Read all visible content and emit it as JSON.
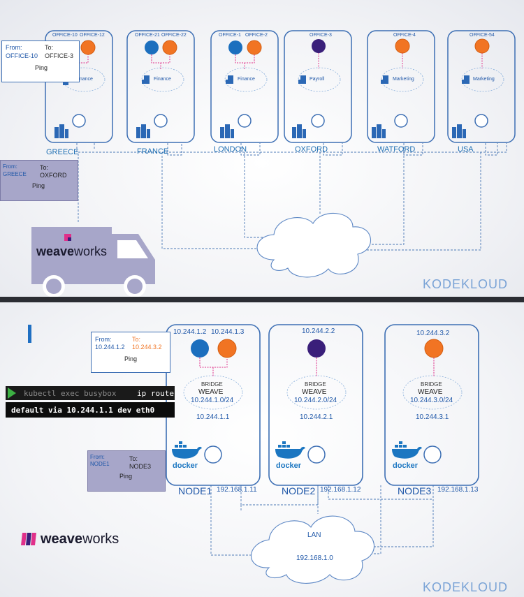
{
  "top": {
    "offices": [
      {
        "label": "OFFICE-10",
        "color": "#1c6fbe"
      },
      {
        "label": "OFFICE-12",
        "color": "#f17423"
      },
      {
        "label": "OFFICE-21",
        "color": "#1c6fbe"
      },
      {
        "label": "OFFICE-22",
        "color": "#f17423"
      },
      {
        "label": "OFFICE-1",
        "color": "#1c6fbe"
      },
      {
        "label": "OFFICE-2",
        "color": "#f17423"
      },
      {
        "label": "OFFICE-3",
        "color": "#3a1f7a"
      },
      {
        "label": "OFFICE-4",
        "color": "#f17423"
      },
      {
        "label": "OFFICE-54",
        "color": "#f17423"
      }
    ],
    "departments": [
      "Finance",
      "Finance",
      "Finance",
      "Payroll",
      "Marketing",
      "Marketing"
    ],
    "sites": [
      "GREECE",
      "FRANCE",
      "LONDON",
      "OXFORD",
      "WATFORD",
      "USA"
    ],
    "packet1": {
      "from_label": "From:",
      "from": "OFFICE-10",
      "to_label": "To:",
      "to": "OFFICE-3",
      "action": "Ping"
    },
    "packet2": {
      "from_label": "From:",
      "from": "GREECE",
      "to_label": "To:",
      "to": "OXFORD",
      "action": "Ping"
    },
    "truck_brand": {
      "weave": "weave",
      "works": "works"
    },
    "kodekloud": "KODEKLOUD"
  },
  "bottom": {
    "nodes": [
      {
        "name": "NODE1",
        "host_ip": "192.168.1.11",
        "pods": [
          "10.244.1.2",
          "10.244.1.3"
        ],
        "bridge": "BRIDGE",
        "weave": "WEAVE",
        "cidr": "10.244.1.0/24",
        "gateway": "10.244.1.1",
        "docker": "docker"
      },
      {
        "name": "NODE2",
        "host_ip": "192.168.1.12",
        "pods": [
          "10.244.2.2"
        ],
        "bridge": "BRIDGE",
        "weave": "WEAVE",
        "cidr": "10.244.2.0/24",
        "gateway": "10.244.2.1",
        "docker": "docker"
      },
      {
        "name": "NODE3",
        "host_ip": "192.168.1.13",
        "pods": [
          "10.244.3.2"
        ],
        "bridge": "BRIDGE",
        "weave": "WEAVE",
        "cidr": "10.244.3.0/24",
        "gateway": "10.244.3.1",
        "docker": "docker"
      }
    ],
    "packet1": {
      "from_label": "From:",
      "from": "10.244.1.2",
      "to_label": "To:",
      "to": "10.244.3.2",
      "action": "Ping"
    },
    "packet2": {
      "from_label": "From:",
      "from": "NODE1",
      "to_label": "To:",
      "to": "NODE3",
      "action": "Ping"
    },
    "terminal": {
      "cmd": "kubectl exec busybox",
      "cmd_bold": "ip route",
      "output": "default via 10.244.1.1 dev eth0"
    },
    "lan": {
      "label": "LAN",
      "subnet": "192.168.1.0"
    },
    "weaveworks": {
      "weave": "weave",
      "works": "works"
    },
    "kodekloud": "KODEKLOUD"
  },
  "colors": {
    "node_border": "#3d6fb4",
    "blue": "#1c6fbe",
    "orange": "#f17423",
    "purple": "#3a1f7a",
    "pink": "#e0308a",
    "terminal_green": "#3cb043",
    "packet_box": "#a7a6c9"
  }
}
